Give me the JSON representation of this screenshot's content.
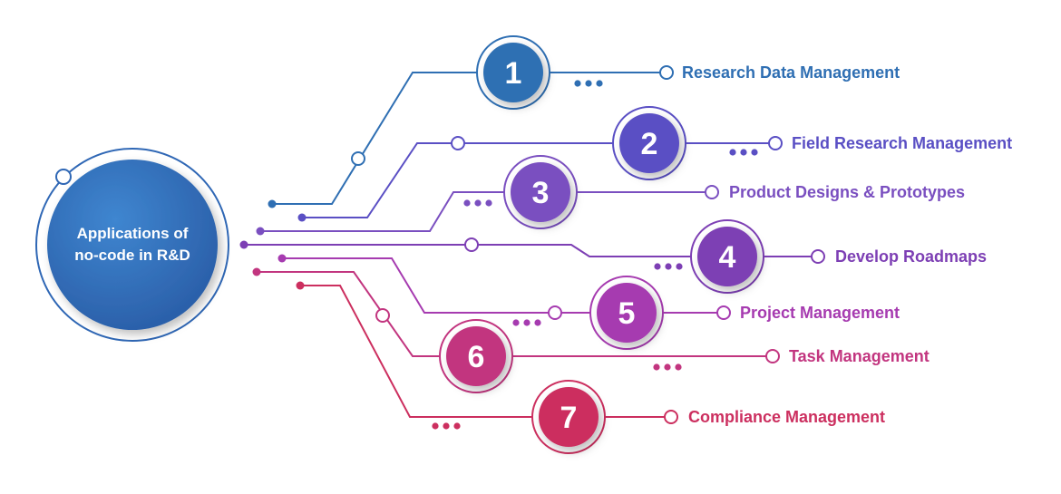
{
  "hub": {
    "line1": "Applications of",
    "line2": "no-code in R&D",
    "color": "#2f67b5"
  },
  "items": [
    {
      "number": "1",
      "label": "Research Data Management",
      "color": "#2f6fb3"
    },
    {
      "number": "2",
      "label": "Field Research Management",
      "color": "#5a4fc4"
    },
    {
      "number": "3",
      "label": "Product Designs & Prototypes",
      "color": "#7a4fc0"
    },
    {
      "number": "4",
      "label": "Develop Roadmaps",
      "color": "#7d3fb4"
    },
    {
      "number": "5",
      "label": "Project Management",
      "color": "#a63bb0"
    },
    {
      "number": "6",
      "label": "Task Management",
      "color": "#c2357f"
    },
    {
      "number": "7",
      "label": "Compliance Management",
      "color": "#cc2f5f"
    }
  ]
}
